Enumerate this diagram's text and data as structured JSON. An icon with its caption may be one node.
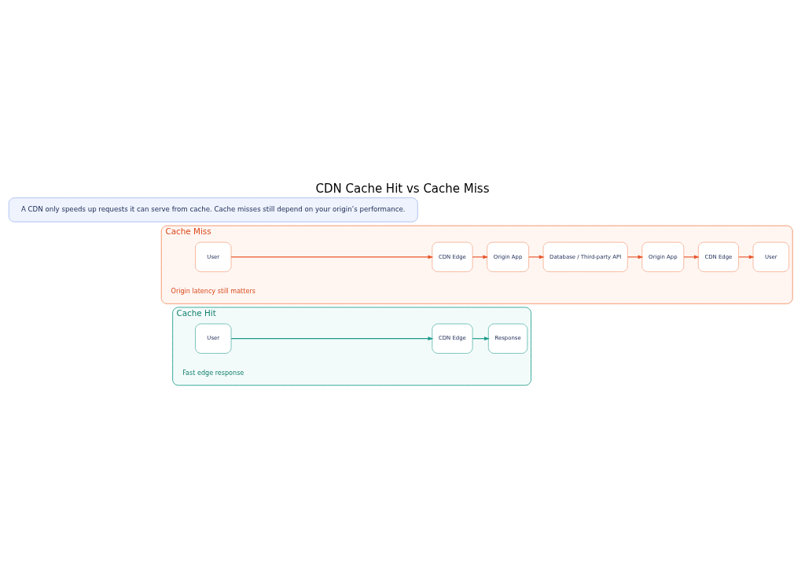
{
  "diagram": {
    "title": "CDN Cache Hit vs Cache Miss",
    "nodes": [
      {
        "text": [
          "Cache Hit"
        ]
      },
      {
        "text": [
          "User"
        ],
        "in": 0
      },
      {
        "text": [
          "CDN Edge"
        ],
        "in": 0
      },
      {
        "text": [
          "Response"
        ],
        "in": 0
      },
      {
        "text": [
          "Fast edge response"
        ],
        "in": 0
      },
      {
        "text": [
          "Cache Miss"
        ]
      },
      {
        "text": [
          "User"
        ],
        "in": 5
      },
      {
        "text": [
          "CDN Edge"
        ],
        "in": 5
      },
      {
        "text": [
          "Origin App"
        ],
        "in": 5
      },
      {
        "text": [
          "Database / Third-party API"
        ],
        "in": 5
      },
      {
        "text": [
          "Origin App"
        ],
        "in": 5
      },
      {
        "text": [
          "CDN Edge"
        ],
        "in": 5
      },
      {
        "text": [
          "User"
        ],
        "in": 5
      },
      {
        "text": [
          "Origin latency still matters"
        ],
        "in": 5
      },
      {
        "text": [
          "A CDN only speeds up requests it can serve from cache. Cache misses still depend on your origin’s performance."
        ]
      }
    ],
    "edges": [
      {
        "from": 1,
        "to": 2,
        "arrow": "to",
        "color": "#1a9a8a"
      },
      {
        "from": 2,
        "to": 3,
        "arrow": "to",
        "color": "#1a9a8a"
      },
      {
        "from": 6,
        "to": 7,
        "arrow": "to"
      },
      {
        "from": 7,
        "to": 8,
        "arrow": "to"
      },
      {
        "from": 8,
        "to": 9,
        "arrow": "to"
      },
      {
        "from": 9,
        "to": 10,
        "arrow": "to"
      },
      {
        "from": 10,
        "to": 11,
        "arrow": "to"
      },
      {
        "from": 11,
        "to": 12,
        "arrow": "to"
      }
    ]
  }
}
